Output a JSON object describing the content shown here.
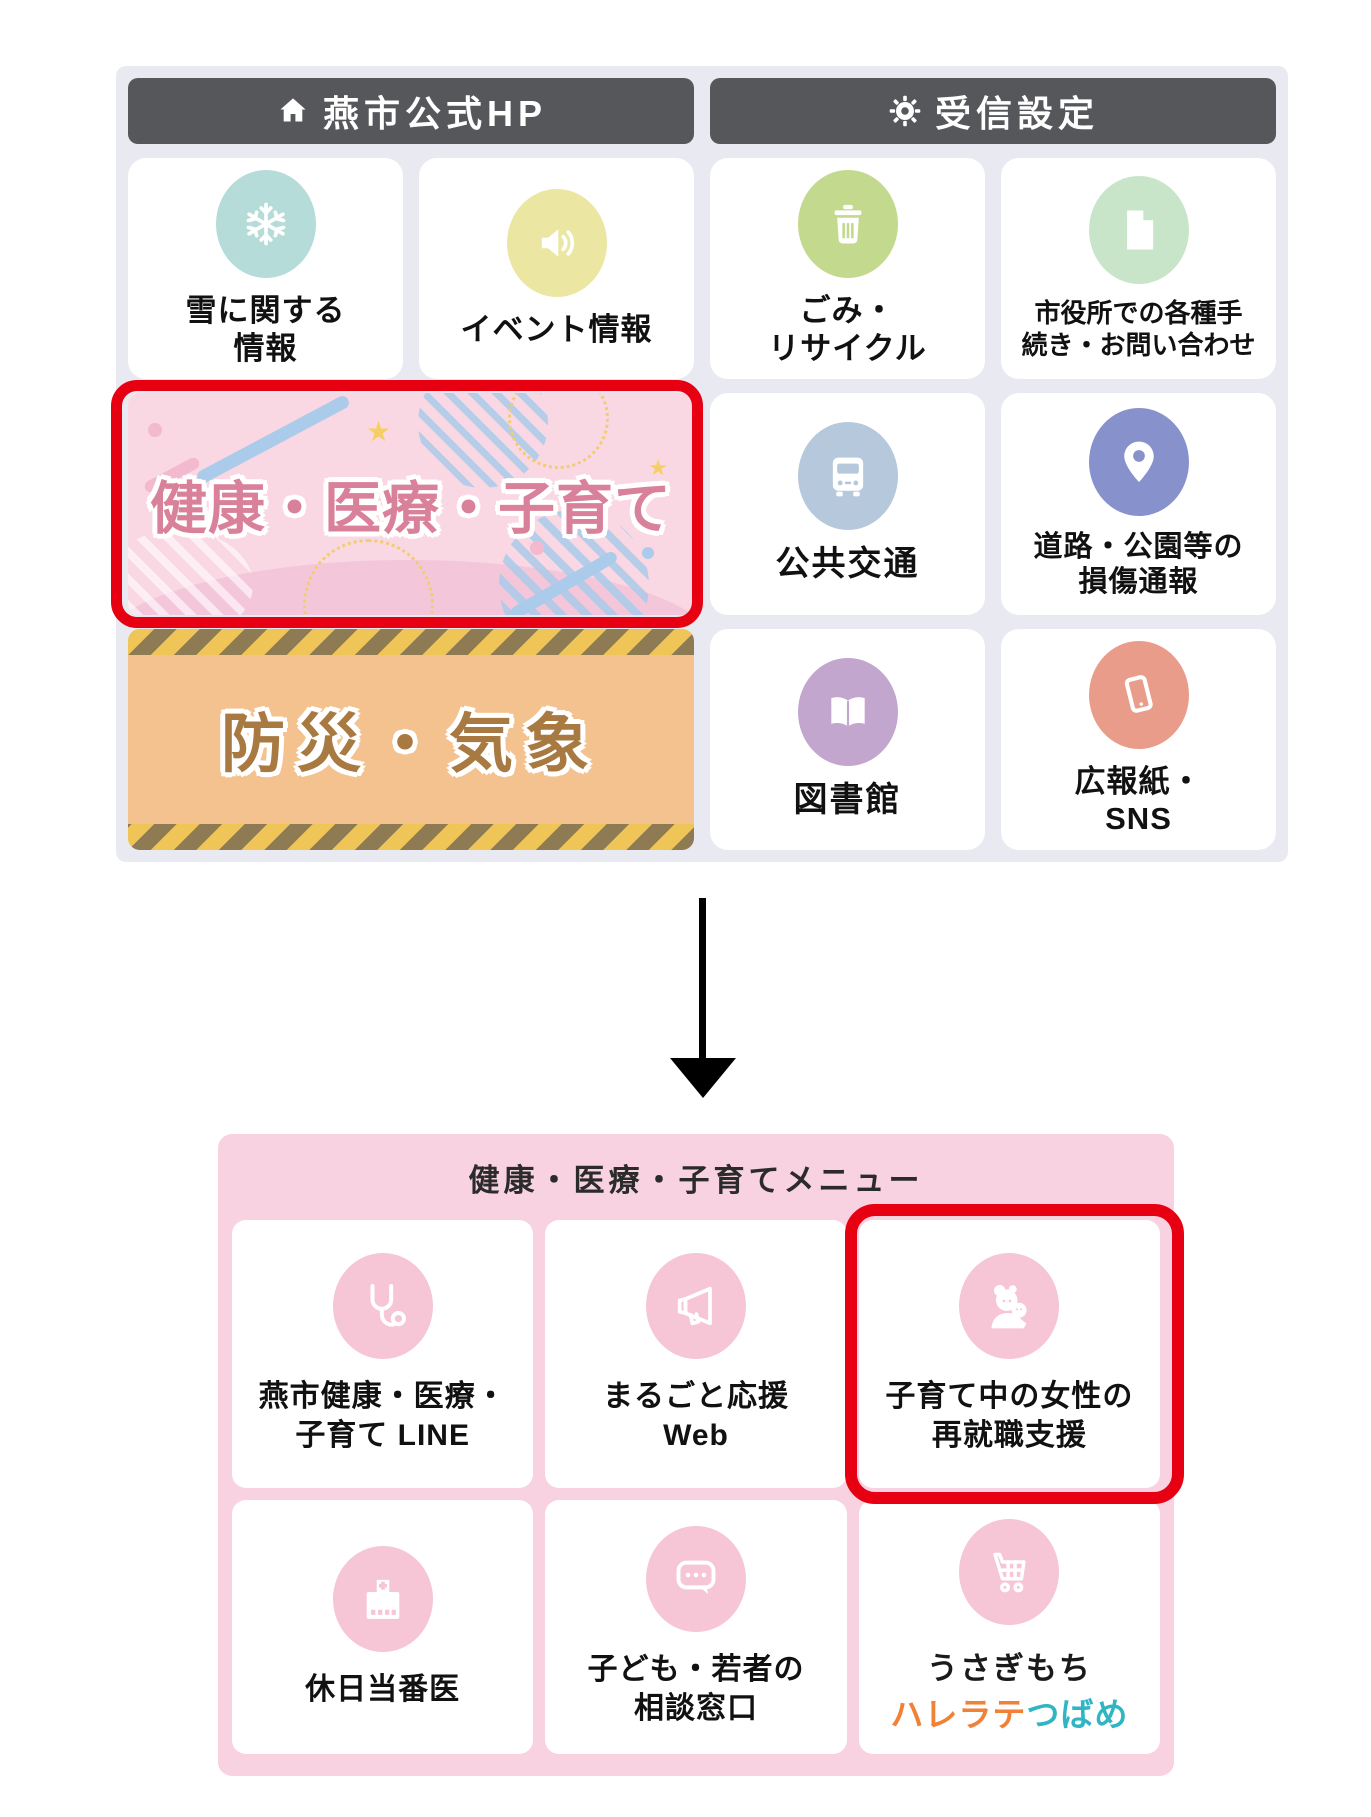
{
  "top_panel": {
    "headers": [
      {
        "label": "燕市公式HP",
        "icon": "home-icon"
      },
      {
        "label": "受信設定",
        "icon": "gear-icon"
      }
    ],
    "cards": [
      {
        "label": "雪に関する\n情報",
        "icon": "snowflake-icon",
        "icon_bg": "#b5dcd8"
      },
      {
        "label": "イベント情報",
        "icon": "speaker-icon",
        "icon_bg": "#ebe7a3"
      },
      {
        "label": "ごみ・\nリサイクル",
        "icon": "trash-icon",
        "icon_bg": "#c2d98e"
      },
      {
        "label": "市役所での各種手\n続き・お問い合わせ",
        "icon": "document-icon",
        "icon_bg": "#c9e5c9"
      },
      {
        "label": "公共交通",
        "icon": "bus-icon",
        "icon_bg": "#b6c8dc"
      },
      {
        "label": "道路・公園等の\n損傷通報",
        "icon": "location-pin-icon",
        "icon_bg": "#8791cc"
      },
      {
        "label": "図書館",
        "icon": "book-icon",
        "icon_bg": "#c3a6ce"
      },
      {
        "label": "広報紙・\nSNS",
        "icon": "smartphone-icon",
        "icon_bg": "#ea9c8b"
      }
    ],
    "banners": [
      {
        "label": "健康・医療・子育て",
        "highlighted": true
      },
      {
        "label": "防災・気象",
        "highlighted": false
      }
    ]
  },
  "arrow": {
    "direction": "down"
  },
  "bottom_panel": {
    "title": "健康・医療・子育てメニュー",
    "cards": [
      {
        "label": "燕市健康・医療・\n子育て LINE",
        "icon": "stethoscope-icon"
      },
      {
        "label": "まるごと応援\nWeb",
        "icon": "megaphone-icon"
      },
      {
        "label": "子育て中の女性の\n再就職支援",
        "icon": "mother-and-baby-icon",
        "highlighted": true
      },
      {
        "label": "休日当番医",
        "icon": "hospital-icon"
      },
      {
        "label": "子ども・若者の\n相談窓口",
        "icon": "chat-bubble-icon"
      },
      {
        "icon": "shopping-cart-icon",
        "label_parts": [
          {
            "text": "うさぎもち",
            "color": "#1a1a1a"
          },
          {
            "text": "ハレラテ",
            "color": "#f08136"
          },
          {
            "text": "つばめ",
            "color": "#2fb5c4"
          }
        ]
      }
    ]
  },
  "colors": {
    "highlight_red": "#e60012",
    "panel_bg": "#e9e9f1",
    "header_bg": "#56575b",
    "kenko_banner_bg": "#f9d8e4",
    "kenko_text": "#d9809a",
    "bosai_banner_bg": "#f4c28e",
    "bosai_text": "#a87940",
    "bottom_panel_bg": "#f8d2e0",
    "bottom_icon_bg": "#f6c5d6"
  }
}
